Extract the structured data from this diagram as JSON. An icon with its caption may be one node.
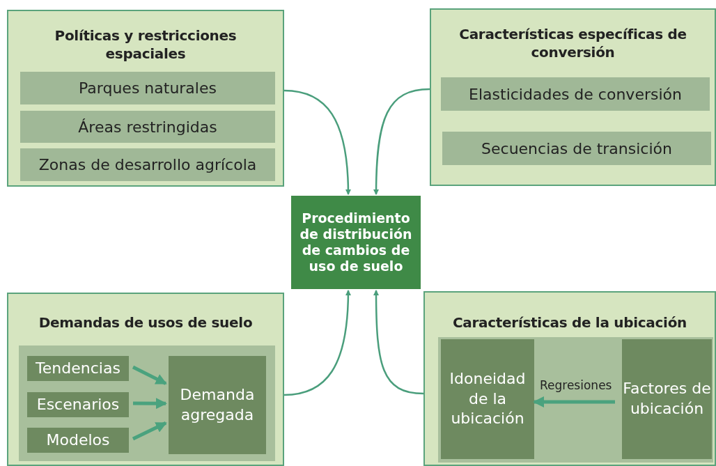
{
  "diagram": {
    "nodes": [
      {
        "text": [
          "Políticas y restricciones espaciales"
        ]
      },
      {
        "text": [
          "Parques naturales"
        ],
        "in": 0
      },
      {
        "text": [
          "Áreas restringidas"
        ],
        "in": 0
      },
      {
        "text": [
          "Zonas de desarrollo agrícola"
        ],
        "in": 0
      },
      {
        "text": [
          "Características específicas de conversión"
        ]
      },
      {
        "text": [
          "Elasticidades de conversión"
        ],
        "in": 4
      },
      {
        "text": [
          "Secuencias de transición"
        ],
        "in": 4
      },
      {
        "text": [
          "Procedimiento de distribución de cambios de uso de suelo"
        ]
      },
      {
        "text": [
          "Demandas de usos de suelo"
        ]
      },
      {
        "text": [],
        "shape": "box",
        "in": 8
      },
      {
        "text": [
          "Tendencias"
        ],
        "in": 9
      },
      {
        "text": [
          "Escenarios"
        ],
        "in": 9
      },
      {
        "text": [
          "Modelos"
        ],
        "in": 9
      },
      {
        "text": [
          "Demanda agregada"
        ],
        "in": 9
      },
      {
        "text": [
          "Características de la ubicación"
        ]
      },
      {
        "text": [],
        "shape": "box",
        "in": 14
      },
      {
        "text": [
          "Idoneidad de la ubicación"
        ],
        "in": 15
      },
      {
        "text": [
          "Factores de ubicación"
        ],
        "in": 15
      }
    ],
    "edges": [
      {
        "from": 10,
        "to": 13,
        "arrow": "to",
        "style": "thick"
      },
      {
        "from": 11,
        "to": 13,
        "arrow": "to",
        "style": "thick"
      },
      {
        "from": 12,
        "to": 13,
        "arrow": "to",
        "style": "thick"
      },
      {
        "from": 17,
        "to": 16,
        "arrow": "to",
        "label": "Regresiones",
        "style": "thick"
      },
      {
        "from": 0,
        "to": 7,
        "arrow": "to"
      },
      {
        "from": 4,
        "to": 7,
        "arrow": "to"
      },
      {
        "from": 8,
        "to": 7,
        "arrow": "to"
      },
      {
        "from": 14,
        "to": 7,
        "arrow": "to"
      }
    ]
  }
}
